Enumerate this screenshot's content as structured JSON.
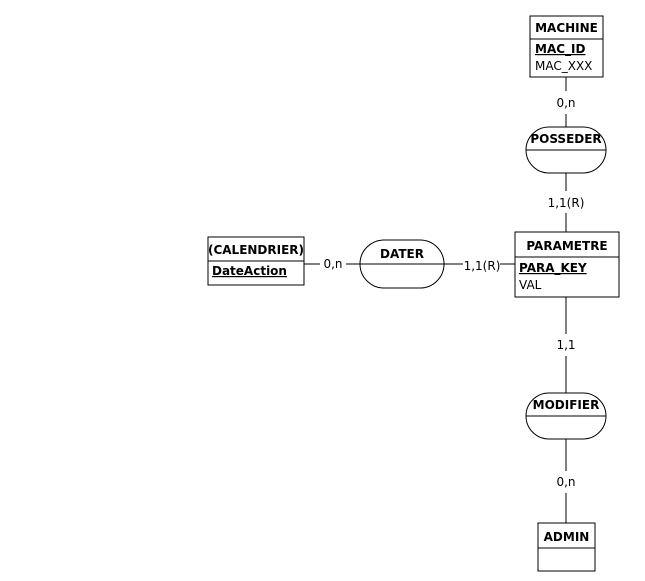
{
  "entities": {
    "machine": {
      "name": "MACHINE",
      "key": "MAC_ID",
      "attributes": [
        "MAC_XXX"
      ]
    },
    "parametre": {
      "name": "PARAMETRE",
      "key": "PARA_KEY",
      "attributes": [
        "VAL"
      ]
    },
    "calendrier": {
      "name": "(CALENDRIER)",
      "key": "DateAction",
      "attributes": []
    },
    "admin": {
      "name": "ADMIN",
      "key": "",
      "attributes": []
    }
  },
  "associations": {
    "posseder": {
      "name": "POSSEDER"
    },
    "dater": {
      "name": "DATER"
    },
    "modifier": {
      "name": "MODIFIER"
    }
  },
  "cardinalities": {
    "machine_posseder": "0,n",
    "parametre_posseder": "1,1(R)",
    "calendrier_dater": "0,n",
    "parametre_dater": "1,1(R)",
    "parametre_modifier": "1,1",
    "admin_modifier": "0,n"
  }
}
